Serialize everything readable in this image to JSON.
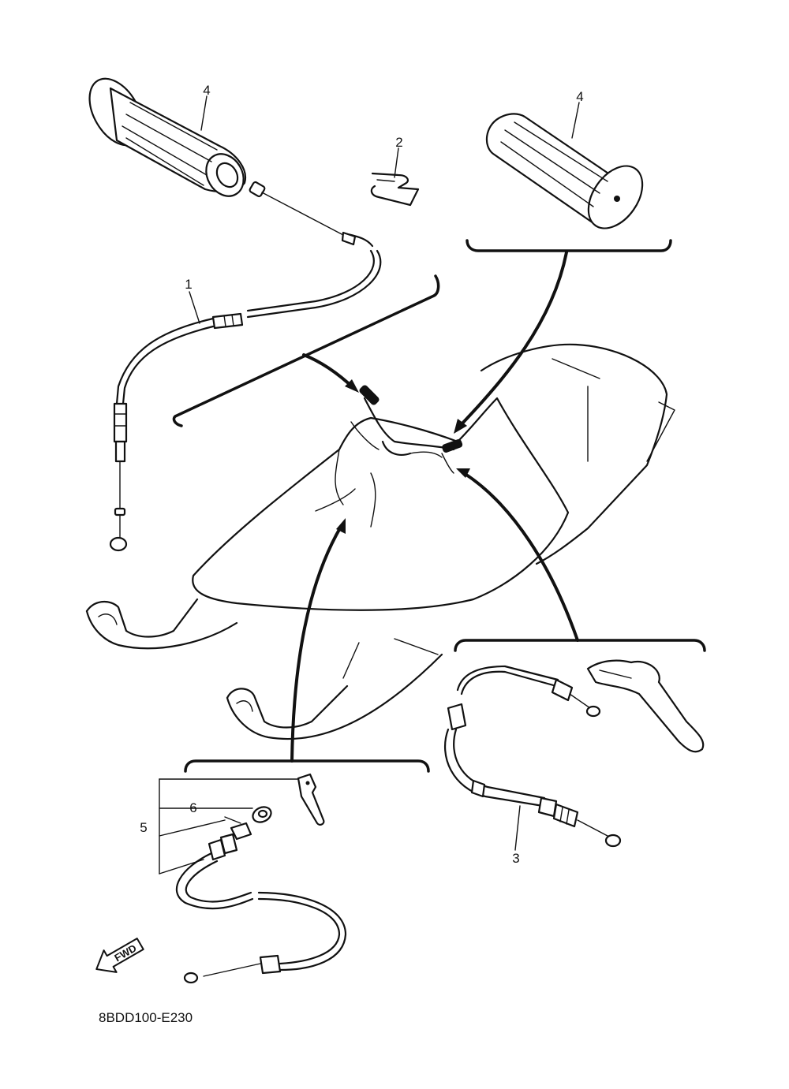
{
  "diagram": {
    "part_callouts": {
      "throttle_cable": "1",
      "clip": "2",
      "brake_cable": "3",
      "grip_left": "4",
      "grip_right": "4",
      "choke_cable_assy": "5",
      "choke_nut": "6"
    },
    "fwd_badge": "FWD",
    "drawing_code": "8BDD100-E230",
    "icons": {
      "fwd_arrow": "fwd-arrow-icon"
    }
  }
}
